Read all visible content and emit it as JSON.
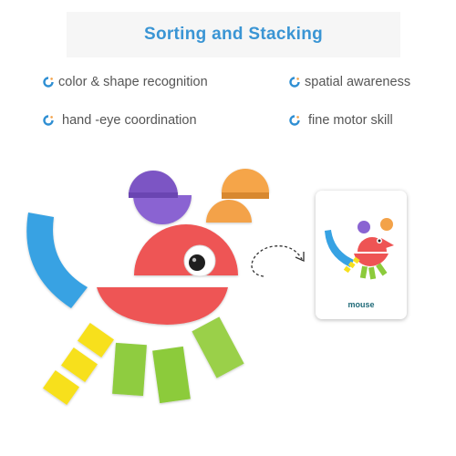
{
  "banner": {
    "title": "Sorting and Stacking"
  },
  "features": [
    {
      "label": "color & shape recognition",
      "icon": "sparkle-bullet-icon"
    },
    {
      "label": "spatial awareness",
      "icon": "sparkle-bullet-icon"
    },
    {
      "label": "hand -eye coordination",
      "icon": "sparkle-bullet-icon"
    },
    {
      "label": "fine motor skill",
      "icon": "sparkle-bullet-icon"
    }
  ],
  "card": {
    "label": "mouse"
  },
  "colors": {
    "title": "#3a95d4",
    "purple": "#7b55c4",
    "orange": "#f3a248",
    "blue": "#37a2e3",
    "red": "#ee5454",
    "yellow": "#f7e01e",
    "green": "#8ccb3b",
    "card_text": "#1f6a78"
  }
}
